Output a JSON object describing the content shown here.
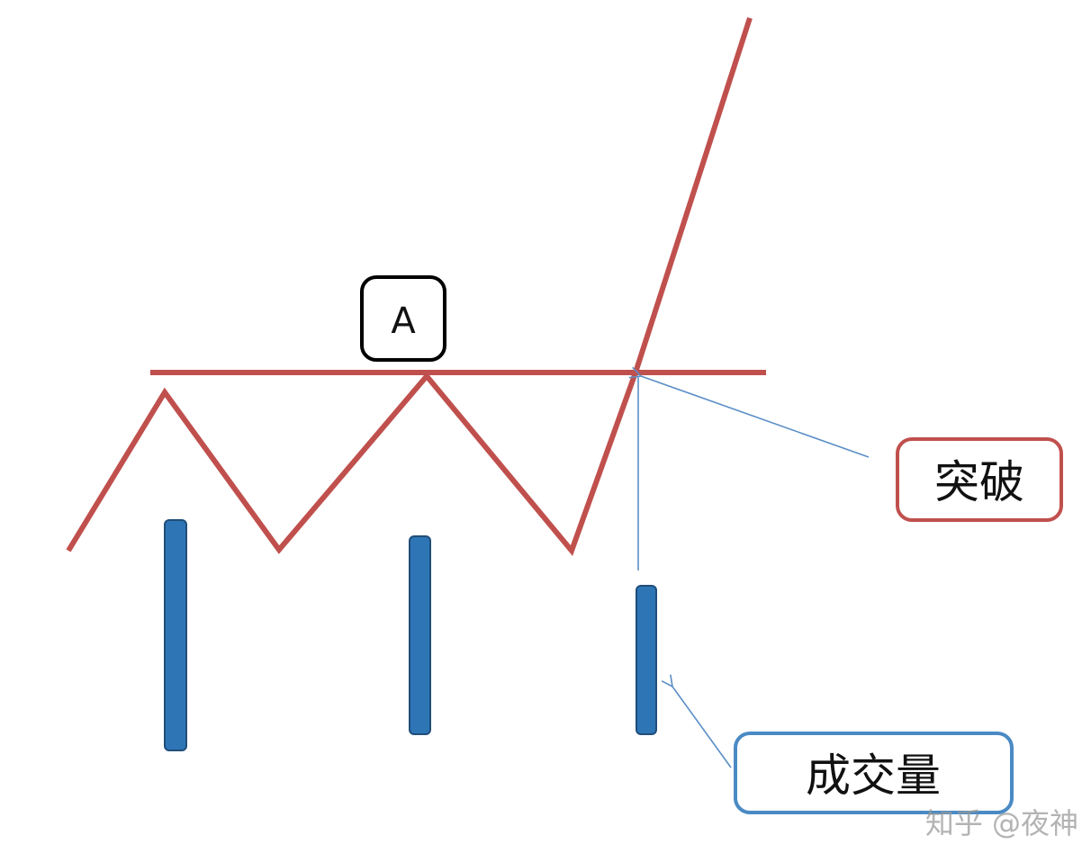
{
  "labels": {
    "resistance_point": "A",
    "breakout": "突破",
    "volume": "成交量"
  },
  "watermark": "知乎 @夜神",
  "colors": {
    "price_line": "#c0504d",
    "volume_bar": "#2e75b6",
    "volume_bar_outline": "#1f4e79",
    "pointer_arrow": "#5b8fc7",
    "box_a_border": "#000000",
    "box_breakout_border": "#c0504d",
    "box_volume_border": "#4a8ac4"
  }
}
